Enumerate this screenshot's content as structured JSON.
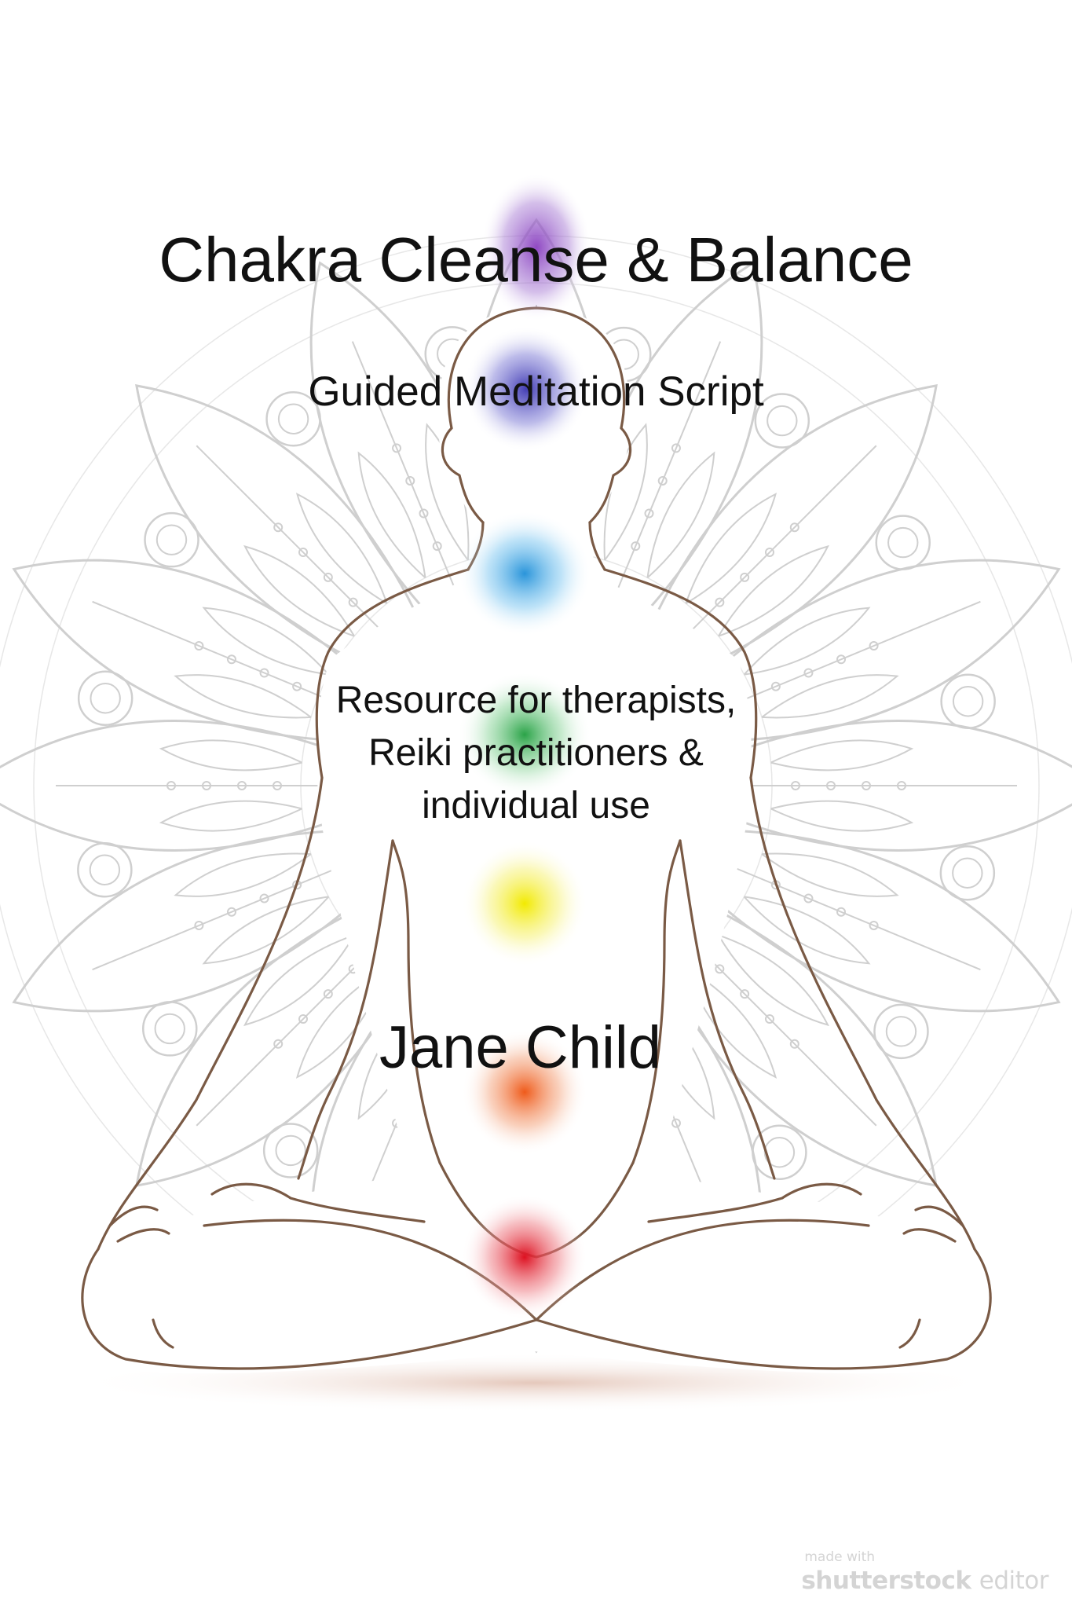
{
  "cover": {
    "title": "Chakra Cleanse & Balance",
    "subtitle": "Guided Meditation Script",
    "audience_lines": [
      "Resource for therapists,",
      "Reiki practitioners &",
      "individual use"
    ],
    "author": "Jane Child"
  },
  "watermark": {
    "top_text": "made with",
    "brand": "shutterstock",
    "suffix": "editor"
  },
  "colors": {
    "background": "#ffffff",
    "mandala_lines": "#c8c8c8",
    "figure_outline": "#7a5a45",
    "ground_shadow": "#e8cfc4",
    "chakra_crown": "#8a3fc0",
    "chakra_third_eye": "#3a34b0",
    "chakra_throat": "#2a9be0",
    "chakra_heart": "#2ea84a",
    "chakra_solar_plexus": "#f2ea10",
    "chakra_sacral": "#f06a2a",
    "chakra_root": "#e0202a"
  }
}
